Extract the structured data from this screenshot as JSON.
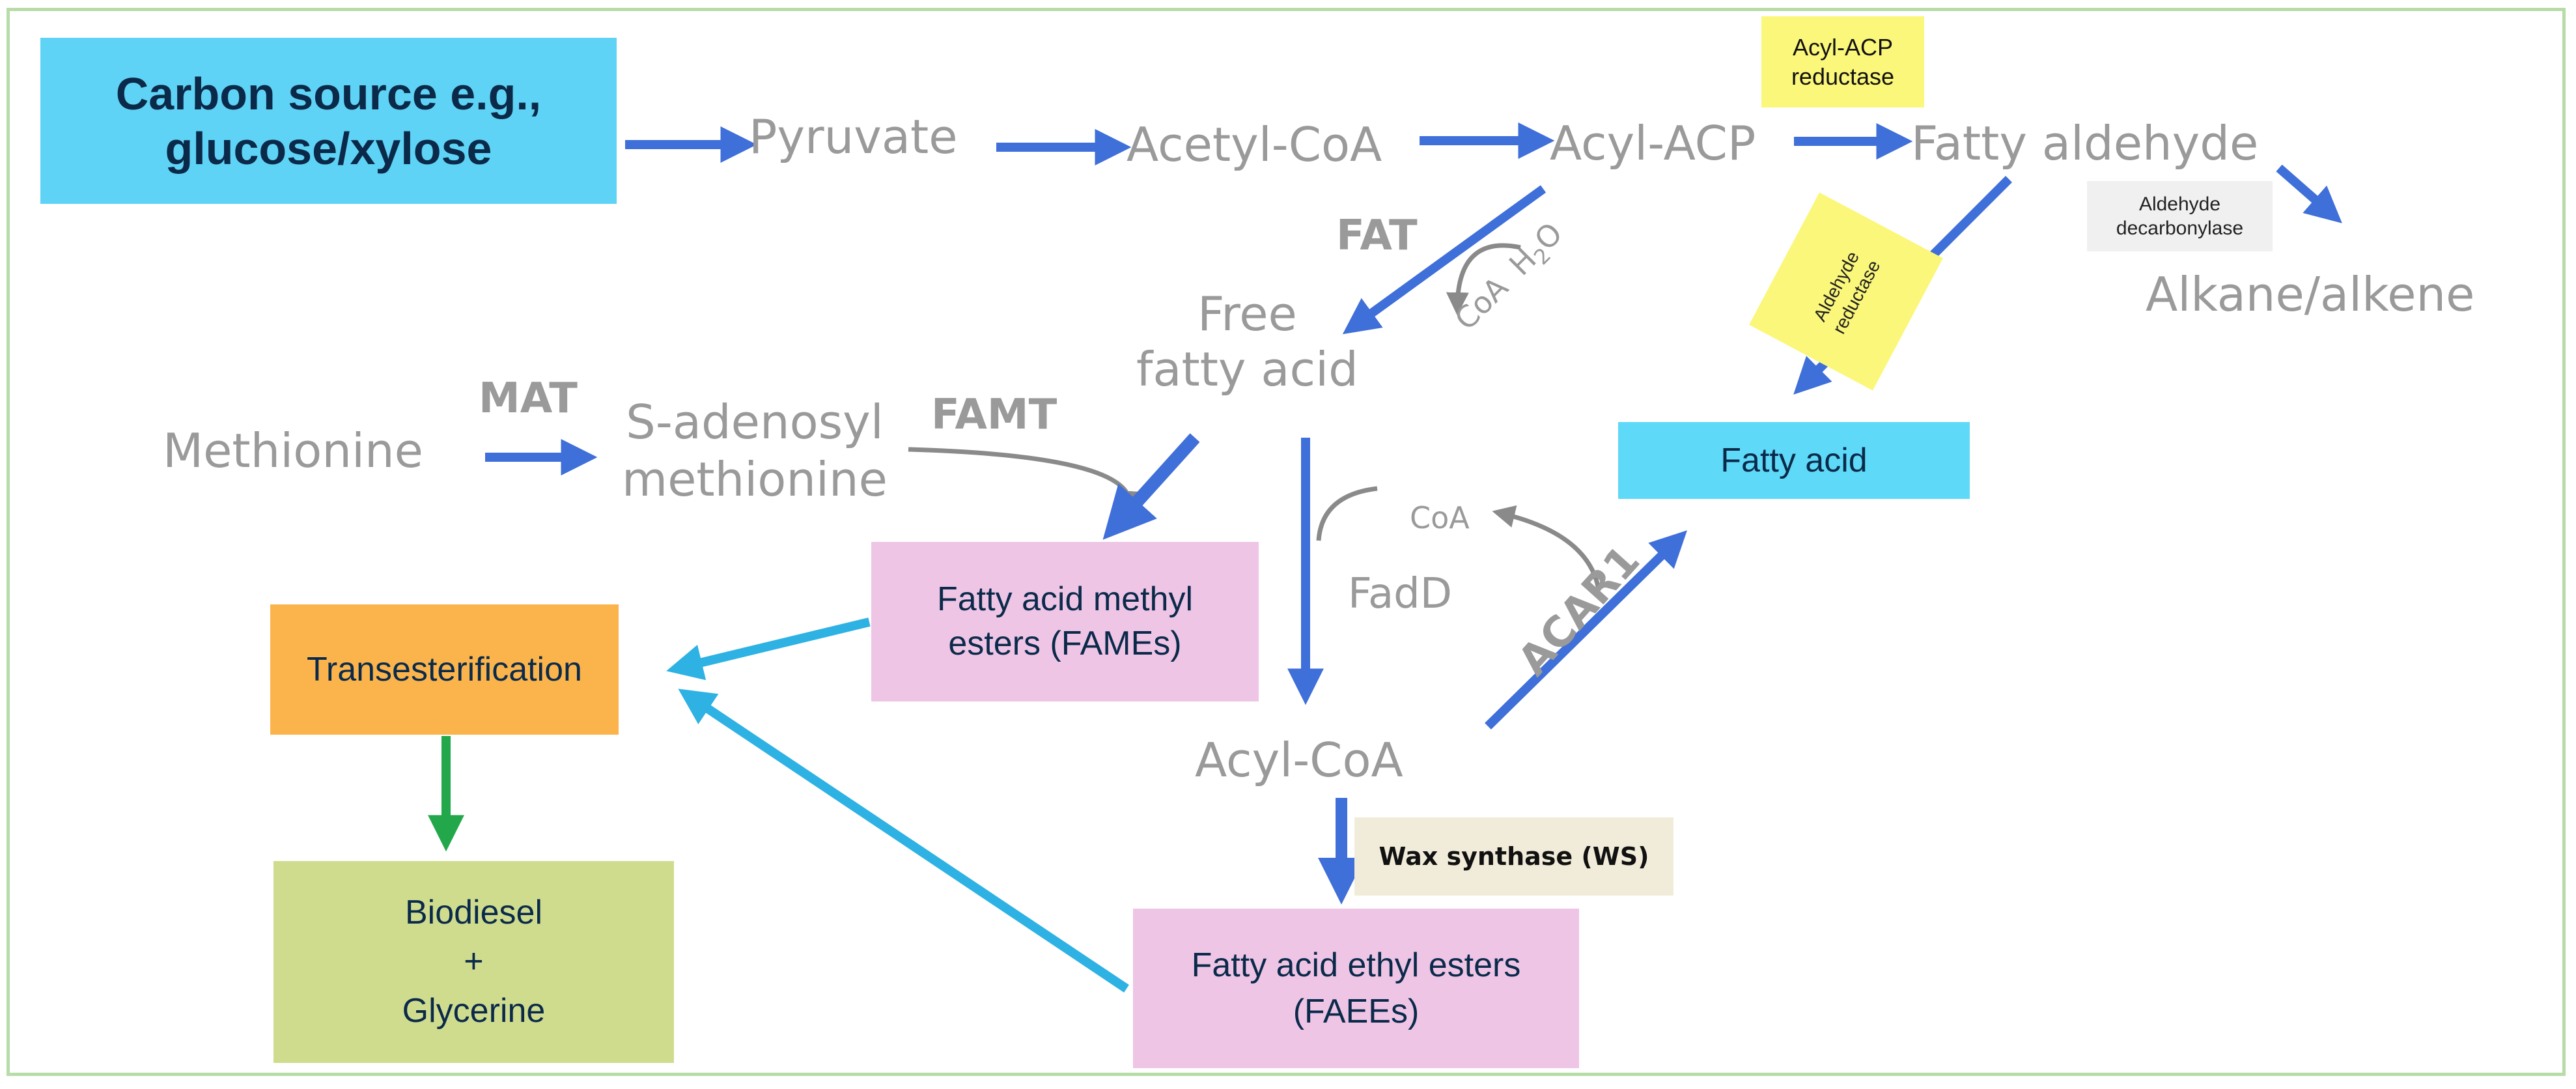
{
  "colors": {
    "frame": "#b7dca8",
    "arrow_main": "#3f6fd8",
    "arrow_cyan": "#2eb2e3",
    "arrow_green": "#22a84a",
    "arrow_gray": "#8a8a8a",
    "label_gray": "#9a9a9a",
    "box_carbon": "#5fd3f5",
    "box_fatty_acid": "#5fd9f8",
    "box_pink": "#efc5e6",
    "box_orange": "#fbb44c",
    "box_green": "#cfdc8e",
    "sticky_yellow": "#fbf77a",
    "sticky_gray": "#f0f0f0",
    "ws_box": "#f1ecd9",
    "text_dark": "#0b2a4a"
  },
  "nodes": {
    "carbon_source": "Carbon source e.g.,\nglucose/xylose",
    "pyruvate": "Pyruvate",
    "acetyl_coa": "Acetyl-CoA",
    "acyl_acp": "Acyl-ACP",
    "fatty_aldehyde": "Fatty aldehyde",
    "alkane_alkene": "Alkane/alkene",
    "free_fatty_acid": "Free\nfatty acid",
    "methionine": "Methionine",
    "s_adenosyl": "S-adenosyl\nmethionine",
    "fatty_acid": "Fatty acid",
    "fames": "Fatty acid  methyl\nesters (FAMEs)",
    "transesterification": "Transesterification",
    "acyl_coa": "Acyl-CoA",
    "biodiesel": "Biodiesel\n+\nGlycerine",
    "faees": "Fatty acid ethyl esters\n(FAEEs)"
  },
  "enzymes": {
    "acyl_acp_reductase": "Acyl-ACP\nreductase",
    "aldehyde_decarbonylase": "Aldehyde\ndecarbonylase",
    "aldehyde_reductase": "Aldehyde\nreductase",
    "fat": "FAT",
    "mat": "MAT",
    "famt": "FAMT",
    "fadd": "FadD",
    "acar1": "ACAR1",
    "wax_synthase": "Wax synthase (WS)"
  },
  "cofactors": {
    "coa_h2o_coa": "CoA",
    "coa_h2o_h": "H",
    "coa_h2o_sub": "2",
    "coa_h2o_o": "O",
    "coa_fadd": "CoA"
  }
}
